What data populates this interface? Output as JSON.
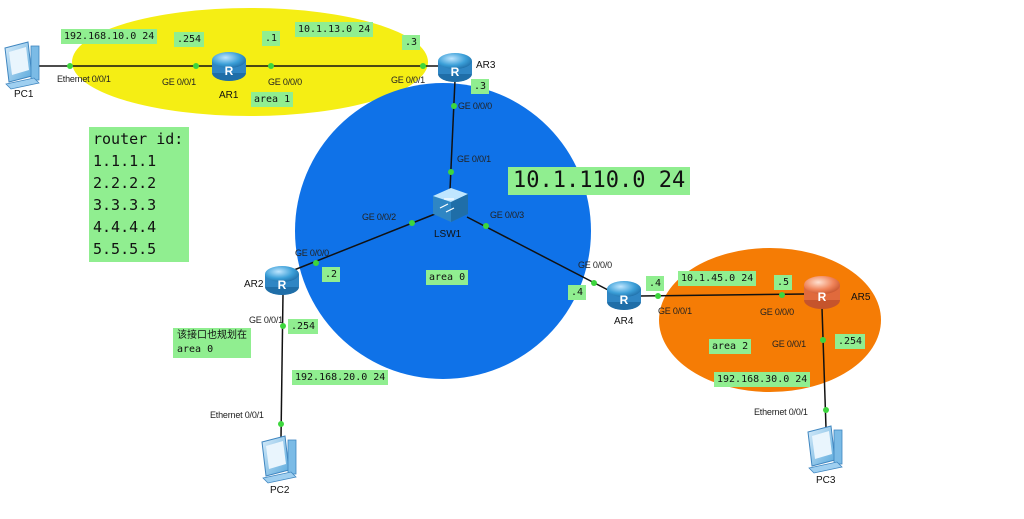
{
  "colors": {
    "area1": "#f5ee14",
    "area0": "#0f72e8",
    "area2": "#f57c05",
    "label_bg": "#90ee90",
    "port_dot": "#3dd63d",
    "router": "#3b9fd8",
    "router_ar5": "#f0845a"
  },
  "nodes": {
    "pc1": "PC1",
    "pc2": "PC2",
    "pc3": "PC3",
    "ar1": "AR1",
    "ar2": "AR2",
    "ar3": "AR3",
    "ar4": "AR4",
    "ar5": "AR5",
    "lsw1": "LSW1"
  },
  "ports": {
    "pc1_eth": "Ethernet 0/0/1",
    "ar1_ge001": "GE 0/0/1",
    "ar1_ge000": "GE 0/0/0",
    "ar3_ge001": "GE 0/0/1",
    "ar3_ge000": "GE 0/0/0",
    "lsw1_ge001": "GE 0/0/1",
    "lsw1_ge002": "GE 0/0/2",
    "lsw1_ge003": "GE 0/0/3",
    "ar2_ge000": "GE 0/0/0",
    "ar2_ge001": "GE 0/0/1",
    "pc2_eth": "Ethernet 0/0/1",
    "ar4_ge000": "GE 0/0/0",
    "ar4_ge001": "GE 0/0/1",
    "ar5_ge000": "GE 0/0/0",
    "ar5_ge001": "GE 0/0/1",
    "pc3_eth": "Ethernet 0/0/1"
  },
  "labels": {
    "net_pc1": "192.168.10.0 24",
    "ar1_254": ".254",
    "ar1_1": ".1",
    "net_13": "10.1.13.0 24",
    "ar3_3a": ".3",
    "area1": "area 1",
    "ar3_3b": ".3",
    "net_110": "10.1.110.0 24",
    "ar2_2": ".2",
    "area0": "area 0",
    "ar4_4a": ".4",
    "ar4_4b": ".4",
    "net_45": "10.1.45.0 24",
    "ar5_5": ".5",
    "area2": "area 2",
    "ar5_254": ".254",
    "net_30": "192.168.30.0 24",
    "ar2_254": ".254",
    "net_20": "192.168.20.0 24",
    "note_line1": "该接口也规划在",
    "note_line2": "area 0"
  },
  "router_id": {
    "title": "router id:",
    "ids": [
      "1.1.1.1",
      "2.2.2.2",
      "3.3.3.3",
      "4.4.4.4",
      "5.5.5.5"
    ]
  }
}
